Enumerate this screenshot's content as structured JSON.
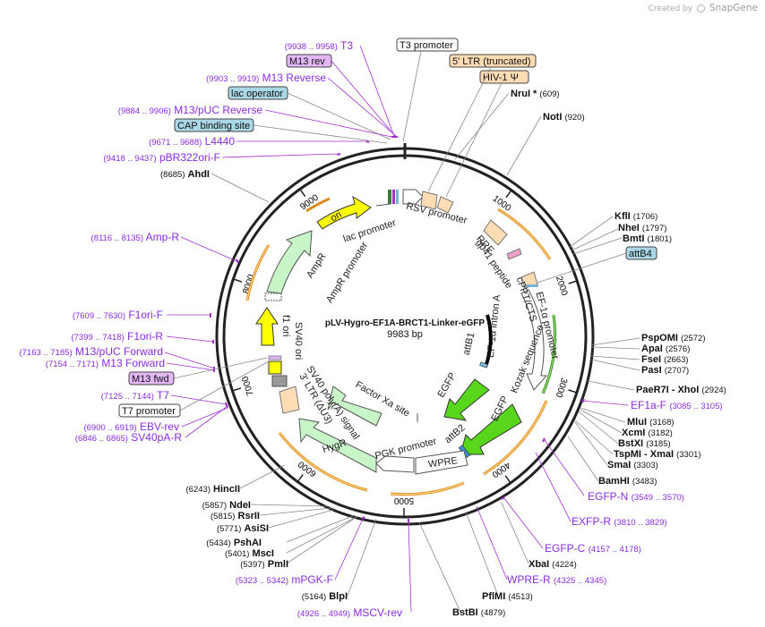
{
  "credit": {
    "prefix": "Created by",
    "brand": "SnapGene"
  },
  "plasmid": {
    "name": "pLV-Hygro-EF1A-BRCT1-Linker-eGFP",
    "length": "9983 bp",
    "length_bp": 9983
  },
  "colors": {
    "orf": "#e08a1e",
    "orf_inner": "#ffe08a",
    "green_arrow": "#58d61c",
    "pale_green": "#c8f5c8",
    "yellow": "#ffff00",
    "peach": "#ffdcb4",
    "primer": "#a030d0",
    "primer_text": "#8a2be2",
    "primer_fill": "#e3b6f5",
    "blue_fill": "#aad7e6",
    "enzyme_line": "#8a8a8a"
  },
  "ticks": [
    "1000",
    "2000",
    "3000",
    "4000",
    "5000",
    "6000",
    "7000",
    "8000",
    "9000"
  ],
  "features": [
    {
      "label": "RSV promoter"
    },
    {
      "label": "lac promoter"
    },
    {
      "label": "ori"
    },
    {
      "label": "AmpR"
    },
    {
      "label": "AmpR promoter"
    },
    {
      "label": "f1 ori"
    },
    {
      "label": "SV40 ori"
    },
    {
      "label": "SV40 poly(A) signal"
    },
    {
      "label": "3' LTR (ΔU3)"
    },
    {
      "label": "HygR"
    },
    {
      "label": "Factor Xa site"
    },
    {
      "label": "PGK promoter"
    },
    {
      "label": "WPRE"
    },
    {
      "label": "attB2"
    },
    {
      "label": "EGFP"
    },
    {
      "label": "Kozak sequence"
    },
    {
      "label": "EGFP"
    },
    {
      "label": "attB1"
    },
    {
      "label": "EF-1α intron A"
    },
    {
      "label": "EF-1α promoter"
    },
    {
      "label": "cPPT/CTS"
    },
    {
      "label": "gp41 peptide"
    },
    {
      "label": "RRE"
    }
  ],
  "boxed": [
    {
      "label": "T3 promoter"
    },
    {
      "label": "5' LTR (truncated)"
    },
    {
      "label": "HIV-1 Ψ"
    },
    {
      "label": "M13 rev"
    },
    {
      "label": "lac operator"
    },
    {
      "label": "CAP binding site"
    },
    {
      "label": "attB4"
    },
    {
      "label": "M13 fwd"
    },
    {
      "label": "T7 promoter"
    }
  ],
  "enzymes": [
    {
      "name": "NruI *",
      "pos": "(609)"
    },
    {
      "name": "NotI",
      "pos": "(920)"
    },
    {
      "name": "KflI",
      "pos": "(1706)"
    },
    {
      "name": "NheI",
      "pos": "(1797)"
    },
    {
      "name": "BmtI",
      "pos": "(1801)"
    },
    {
      "name": "PspOMI",
      "pos": "(2572)"
    },
    {
      "name": "ApaI",
      "pos": "(2576)"
    },
    {
      "name": "FseI",
      "pos": "(2663)"
    },
    {
      "name": "PasI",
      "pos": "(2707)"
    },
    {
      "name": "PaeR7I - XhoI",
      "pos": "(2924)"
    },
    {
      "name": "MluI",
      "pos": "(3168)"
    },
    {
      "name": "XcmI",
      "pos": "(3182)"
    },
    {
      "name": "BstXI",
      "pos": "(3185)"
    },
    {
      "name": "TspMI - XmaI",
      "pos": "(3301)"
    },
    {
      "name": "SmaI",
      "pos": "(3303)"
    },
    {
      "name": "BamHI",
      "pos": "(3483)"
    },
    {
      "name": "XbaI",
      "pos": "(4224)"
    },
    {
      "name": "PflMI",
      "pos": "(4513)"
    },
    {
      "name": "BstBI",
      "pos": "(4879)"
    },
    {
      "name": "BlpI",
      "pos": "(5164)"
    },
    {
      "name": "PmlI",
      "pos": "(5397)"
    },
    {
      "name": "MscI",
      "pos": "(5401)"
    },
    {
      "name": "PshAI",
      "pos": "(5434)"
    },
    {
      "name": "AsiSI",
      "pos": "(5771)"
    },
    {
      "name": "RsrII",
      "pos": "(5815)"
    },
    {
      "name": "NdeI",
      "pos": "(5857)"
    },
    {
      "name": "HincII",
      "pos": "(6243)"
    },
    {
      "name": "AhdI",
      "pos": "(8685)"
    }
  ],
  "primers": [
    {
      "name": "T3",
      "pos": "(9938 .. 9958)"
    },
    {
      "name": "M13 Reverse",
      "pos": "(9903 .. 9919)"
    },
    {
      "name": "M13/pUC Reverse",
      "pos": "(9884 .. 9906)"
    },
    {
      "name": "L4440",
      "pos": "(9671 .. 9688)"
    },
    {
      "name": "pBR322ori-F",
      "pos": "(9418 .. 9437)"
    },
    {
      "name": "Amp-R",
      "pos": "(8116 .. 8135)"
    },
    {
      "name": "F1ori-F",
      "pos": "(7609 .. 7630)"
    },
    {
      "name": "F1ori-R",
      "pos": "(7399 .. 7418)"
    },
    {
      "name": "M13/pUC Forward",
      "pos": "(7163 .. 7185)"
    },
    {
      "name": "M13 Forward",
      "pos": "(7154 .. 7171)"
    },
    {
      "name": "T7",
      "pos": "(7125 .. 7144)"
    },
    {
      "name": "EBV-rev",
      "pos": "(6900 .. 6919)"
    },
    {
      "name": "SV40pA-R",
      "pos": "(6846 .. 6865)"
    },
    {
      "name": "EF1a-F",
      "pos": "(3085 .. 3105)"
    },
    {
      "name": "EGFP-N",
      "pos": "(3549 .. 3570)"
    },
    {
      "name": "EXFP-R",
      "pos": "(3810 .. 3829)"
    },
    {
      "name": "EGFP-C",
      "pos": "(4157 .. 4178)"
    },
    {
      "name": "WPRE-R",
      "pos": "(4325 .. 4345)"
    },
    {
      "name": "MSCV-rev",
      "pos": "(4926 .. 4949)"
    },
    {
      "name": "mPGK-F",
      "pos": "(5323 .. 5342)"
    }
  ]
}
